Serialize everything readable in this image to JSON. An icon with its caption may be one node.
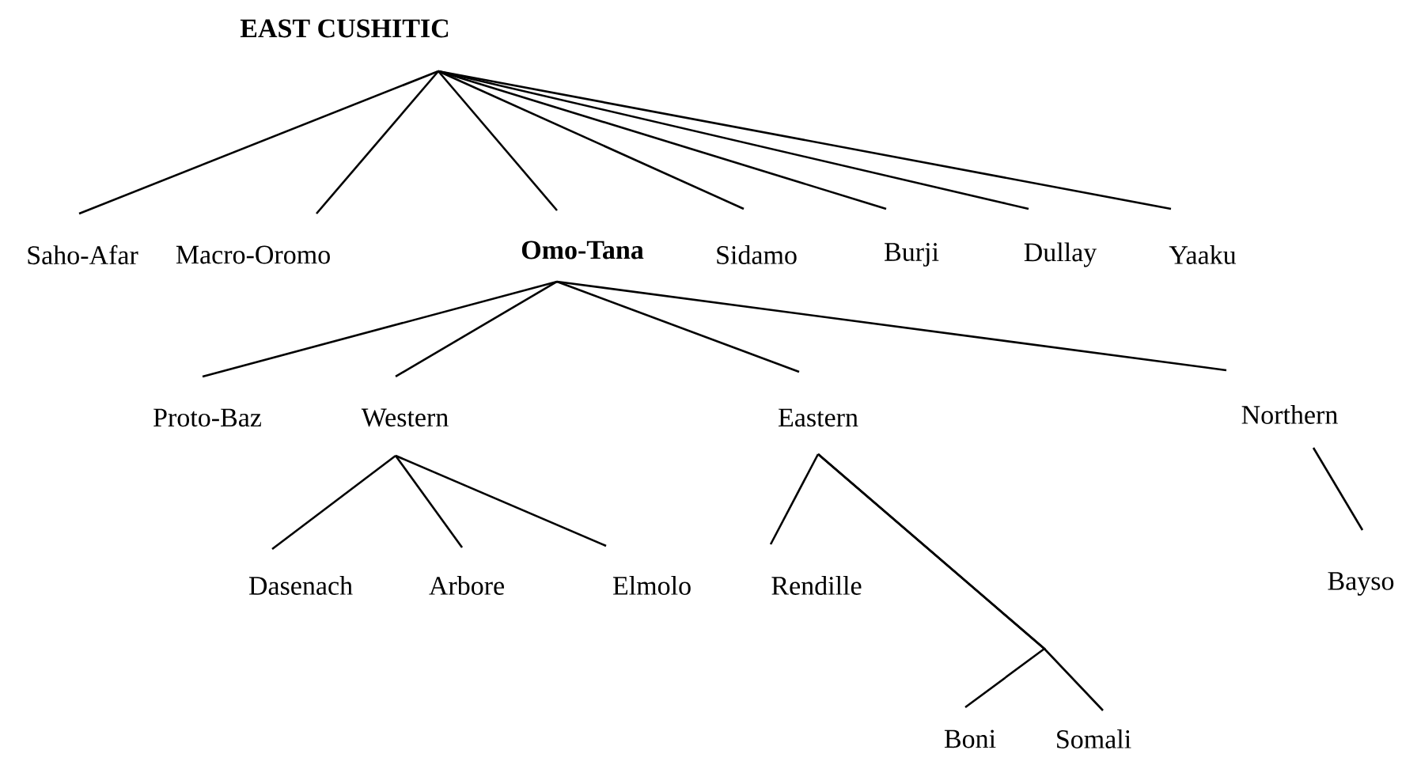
{
  "diagram": {
    "nodes": [
      {
        "text": [
          "EAST CUSHITIC"
        ]
      },
      {
        "text": [
          "Saho-Afar"
        ]
      },
      {
        "text": [
          "Macro-Oromo"
        ]
      },
      {
        "text": [
          "Omo-Tana"
        ]
      },
      {
        "text": [
          "Sidamo"
        ]
      },
      {
        "text": [
          "Burji"
        ]
      },
      {
        "text": [
          "Dullay"
        ]
      },
      {
        "text": [
          "Yaaku"
        ]
      },
      {
        "text": [
          "Proto-Baz"
        ]
      },
      {
        "text": [
          "Western"
        ]
      },
      {
        "text": [
          "Eastern"
        ]
      },
      {
        "text": [
          "Northern"
        ]
      },
      {
        "text": [
          "Dasenach"
        ]
      },
      {
        "text": [
          "Arbore"
        ]
      },
      {
        "text": [
          "Elmolo"
        ]
      },
      {
        "text": [
          "Rendille"
        ]
      },
      {
        "text": [
          "Boni"
        ]
      },
      {
        "text": [
          "Somali"
        ]
      },
      {
        "text": [
          "Bayso"
        ]
      }
    ],
    "edges": [
      {
        "from": 0,
        "to": 1,
        "arrow": "none"
      },
      {
        "from": 0,
        "to": 2,
        "arrow": "none"
      },
      {
        "from": 0,
        "to": 3,
        "arrow": "none"
      },
      {
        "from": 0,
        "to": 4,
        "arrow": "none"
      },
      {
        "from": 0,
        "to": 5,
        "arrow": "none"
      },
      {
        "from": 0,
        "to": 6,
        "arrow": "none"
      },
      {
        "from": 0,
        "to": 7,
        "arrow": "none"
      },
      {
        "from": 3,
        "to": 8,
        "arrow": "none"
      },
      {
        "from": 3,
        "to": 9,
        "arrow": "none"
      },
      {
        "from": 3,
        "to": 10,
        "arrow": "none"
      },
      {
        "from": 3,
        "to": 11,
        "arrow": "none"
      },
      {
        "from": 9,
        "to": 12,
        "arrow": "none"
      },
      {
        "from": 9,
        "to": 13,
        "arrow": "none"
      },
      {
        "from": 9,
        "to": 14,
        "arrow": "none"
      },
      {
        "from": 10,
        "to": 15,
        "arrow": "none"
      },
      {
        "from": 10,
        "to": 16,
        "arrow": "none"
      },
      {
        "from": 10,
        "to": 17,
        "arrow": "none"
      },
      {
        "from": 11,
        "to": 18,
        "arrow": "none"
      }
    ]
  }
}
